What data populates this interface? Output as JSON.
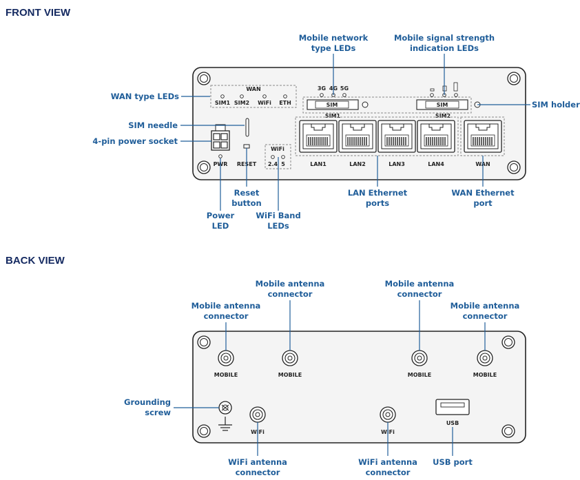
{
  "front": {
    "title": "FRONT VIEW",
    "panel_labels": {
      "wan": "WAN",
      "sim1": "SIM1",
      "sim2": "SIM2",
      "wifi_led": "WiFi",
      "eth": "ETH",
      "g3": "3G",
      "g4": "4G",
      "g5": "5G",
      "sim_slot": "SIM",
      "sim1_slot": "SIM1",
      "sim2_slot": "SIM2",
      "wifi_box": "WiFi",
      "band24": "2.4",
      "band5": "5",
      "pwr": "PWR",
      "reset": "RESET",
      "lan1": "LAN1",
      "lan2": "LAN2",
      "lan3": "LAN3",
      "lan4": "LAN4",
      "wan_port": "WAN"
    },
    "callouts": {
      "mobile_type_1": "Mobile network",
      "mobile_type_2": "type LEDs",
      "signal_1": "Mobile signal strength",
      "signal_2": "indication LEDs",
      "wan_type": "WAN type LEDs",
      "sim_holders": "SIM holders",
      "sim_needle": "SIM needle",
      "power_socket": "4-pin power socket",
      "reset_1": "Reset",
      "reset_2": "button",
      "power_led_1": "Power",
      "power_led_2": "LED",
      "wifi_band_1": "WiFi Band",
      "wifi_band_2": "LEDs",
      "lan_1": "LAN Ethernet",
      "lan_2": "ports",
      "wan_eth_1": "WAN Ethernet",
      "wan_eth_2": "port"
    }
  },
  "back": {
    "title": "BACK VIEW",
    "panel_labels": {
      "mobile1": "MOBILE",
      "mobile2": "MOBILE",
      "mobile3": "MOBILE",
      "mobile4": "MOBILE",
      "wifi1": "WiFi",
      "wifi2": "WiFi",
      "usb": "USB"
    },
    "callouts": {
      "ant1_1": "Mobile antenna",
      "ant1_2": "connector",
      "ant2_1": "Mobile antenna",
      "ant2_2": "connector",
      "ant3_1": "Mobile antenna",
      "ant3_2": "connector",
      "ant4_1": "Mobile antenna",
      "ant4_2": "connector",
      "ground_1": "Grounding",
      "ground_2": "screw",
      "wifi_ant1_1": "WiFi antenna",
      "wifi_ant1_2": "connector",
      "wifi_ant2_1": "WiFi antenna",
      "wifi_ant2_2": "connector",
      "usb_port": "USB port"
    }
  },
  "colors": {
    "title": "#152a61",
    "callout": "#1f5d99",
    "panel_fill": "#f4f4f4",
    "outline": "#222222"
  }
}
